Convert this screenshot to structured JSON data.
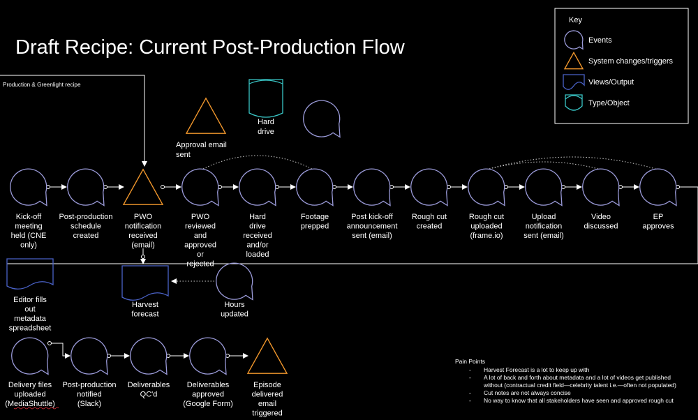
{
  "title": "Draft Recipe: Current Post-Production Flow",
  "colors": {
    "event": "#9a9ad8",
    "trigger": "#f0962c",
    "view": "#4a62c8",
    "type": "#39c6c6"
  },
  "key": {
    "heading": "Key",
    "items": [
      {
        "shape": "event",
        "label": "Events"
      },
      {
        "shape": "trigger",
        "label": "System changes/triggers"
      },
      {
        "shape": "view",
        "label": "Views/Output"
      },
      {
        "shape": "type",
        "label": "Type/Object"
      }
    ]
  },
  "entry_label": "Production & Greenlight recipe",
  "row1": [
    {
      "shape": "event",
      "label": [
        "Kick-off",
        "meeting",
        "held (CNE",
        "only)"
      ]
    },
    {
      "shape": "event",
      "label": [
        "Post-production",
        "schedule",
        "created"
      ]
    },
    {
      "shape": "trigger",
      "label": [
        "PWO",
        "notification",
        "received",
        "(email)"
      ]
    },
    {
      "shape": "event",
      "label": [
        "PWO",
        "reviewed",
        "and",
        "approved",
        "or",
        "rejected"
      ]
    },
    {
      "shape": "event",
      "label": [
        "Hard",
        "drive",
        "received",
        "and/or",
        "loaded"
      ]
    },
    {
      "shape": "event",
      "label": [
        "Footage",
        "prepped"
      ]
    },
    {
      "shape": "event",
      "label": [
        "Post kick-off",
        "announcement",
        "sent (email)"
      ]
    },
    {
      "shape": "event",
      "label": [
        "Rough cut",
        "created"
      ]
    },
    {
      "shape": "event",
      "label": [
        "Rough cut",
        "uploaded",
        "(frame.io)"
      ]
    },
    {
      "shape": "event",
      "label": [
        "Upload",
        "notification",
        "sent (email)"
      ]
    },
    {
      "shape": "event",
      "label": [
        "Video",
        "discussed"
      ]
    },
    {
      "shape": "event",
      "label": [
        "EP",
        "approves"
      ]
    }
  ],
  "floating": [
    {
      "shape": "trigger",
      "label": [
        "Approval email",
        "sent"
      ]
    },
    {
      "shape": "type",
      "label": [
        "Hard",
        "drive"
      ]
    },
    {
      "shape": "event",
      "label": []
    }
  ],
  "middle": [
    {
      "shape": "view",
      "label": [
        "Editor fills",
        "out",
        "metadata",
        "spreadsheet"
      ]
    },
    {
      "shape": "view",
      "label": [
        "Harvest",
        "forecast"
      ]
    },
    {
      "shape": "event",
      "label": [
        "Hours",
        "updated"
      ]
    }
  ],
  "row3": [
    {
      "shape": "event",
      "label": [
        "Delivery files",
        "uploaded",
        "(MediaShuttle)"
      ]
    },
    {
      "shape": "event",
      "label": [
        "Post-production",
        "notified",
        "(Slack)"
      ]
    },
    {
      "shape": "event",
      "label": [
        "Deliverables",
        "QC'd"
      ]
    },
    {
      "shape": "event",
      "label": [
        "Deliverables",
        "approved",
        "(Google Form)"
      ]
    },
    {
      "shape": "trigger",
      "label": [
        "Episode",
        "delivered",
        "email",
        "triggered"
      ]
    }
  ],
  "pain_points": {
    "heading": "Pain Points",
    "items": [
      [
        "Harvest Forecast is a lot to keep up with"
      ],
      [
        "A lot of back and forth about metadata and a lot of videos get published",
        "without (contractual credit field—celebrity talent i.e.—often not populated)"
      ],
      [
        "Cut notes are not always concise"
      ],
      [
        "No way to know that all stakeholders have seen and approved rough cut"
      ]
    ]
  }
}
